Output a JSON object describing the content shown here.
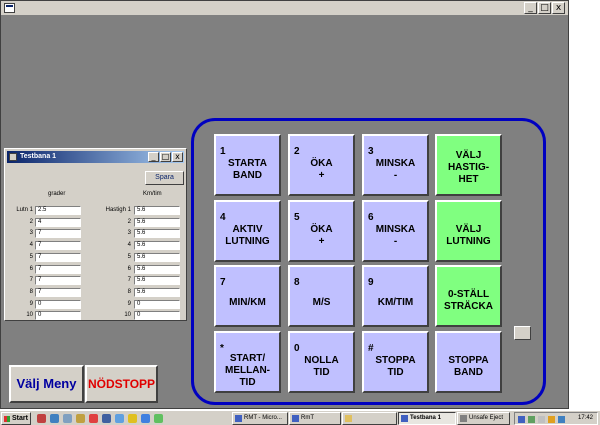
{
  "main_window": {
    "title": ""
  },
  "title_buttons": {
    "minimize": "_",
    "maximize": "□",
    "close": "x"
  },
  "child_window": {
    "title": "Testbana 1",
    "save_button": "Spara",
    "col_left_header": "grader",
    "col_right_header": "Km/tim",
    "left_rows": [
      {
        "label": "Lutn 1",
        "value": "2.5"
      },
      {
        "label": "2",
        "value": "4"
      },
      {
        "label": "3",
        "value": "7"
      },
      {
        "label": "4",
        "value": "7"
      },
      {
        "label": "5",
        "value": "7"
      },
      {
        "label": "6",
        "value": "7"
      },
      {
        "label": "7",
        "value": "7"
      },
      {
        "label": "8",
        "value": "7"
      },
      {
        "label": "9",
        "value": "0"
      },
      {
        "label": "10",
        "value": "0"
      }
    ],
    "right_rows": [
      {
        "label": "Hastigh 1",
        "value": "5.6"
      },
      {
        "label": "2",
        "value": "5.6"
      },
      {
        "label": "3",
        "value": "5.6"
      },
      {
        "label": "4",
        "value": "5.6"
      },
      {
        "label": "5",
        "value": "5.6"
      },
      {
        "label": "6",
        "value": "5.6"
      },
      {
        "label": "7",
        "value": "5.6"
      },
      {
        "label": "8",
        "value": "5.6"
      },
      {
        "label": "9",
        "value": "0"
      },
      {
        "label": "10",
        "value": "0"
      }
    ]
  },
  "buttons": {
    "menu": "Välj Meny",
    "emergency_stop": "NÖDSTOPP"
  },
  "keypad": [
    {
      "num": "1",
      "label": "STARTA\nBAND",
      "color": "purple"
    },
    {
      "num": "2",
      "label": "ÖKA\n+",
      "color": "purple"
    },
    {
      "num": "3",
      "label": "MINSKA\n-",
      "color": "purple"
    },
    {
      "num": "",
      "label": "VÄLJ\nHASTIG-\nHET",
      "color": "green"
    },
    {
      "num": "4",
      "label": "AKTIV\nLUTNING",
      "color": "purple"
    },
    {
      "num": "5",
      "label": "ÖKA\n+",
      "color": "purple"
    },
    {
      "num": "6",
      "label": "MINSKA\n-",
      "color": "purple"
    },
    {
      "num": "",
      "label": "VÄLJ\nLUTNING",
      "color": "green"
    },
    {
      "num": "7",
      "label": "MIN/KM",
      "color": "purple"
    },
    {
      "num": "8",
      "label": "M/S",
      "color": "purple"
    },
    {
      "num": "9",
      "label": "KM/TIM",
      "color": "purple"
    },
    {
      "num": "",
      "label": "0-STÄLL\nSTRÄCKA",
      "color": "green"
    },
    {
      "num": "*",
      "label": "START/\nMELLAN-\nTID",
      "color": "purple"
    },
    {
      "num": "0",
      "label": "NOLLA\nTID",
      "color": "purple"
    },
    {
      "num": "#",
      "label": "STOPPA\nTID",
      "color": "purple"
    },
    {
      "num": "",
      "label": "STOPPA\nBAND",
      "color": "purple"
    }
  ],
  "colors": {
    "purple_key": "#c0c0ff",
    "green_key": "#80ff80",
    "keypad_border": "#0000c0"
  },
  "taskbar": {
    "start": "Start",
    "tasks": [
      "RMT - Micro...",
      "RmT",
      "",
      "Testbana 1",
      "Unsafe Eject"
    ],
    "active_task": "Testbana 1",
    "clock": "17:42"
  }
}
